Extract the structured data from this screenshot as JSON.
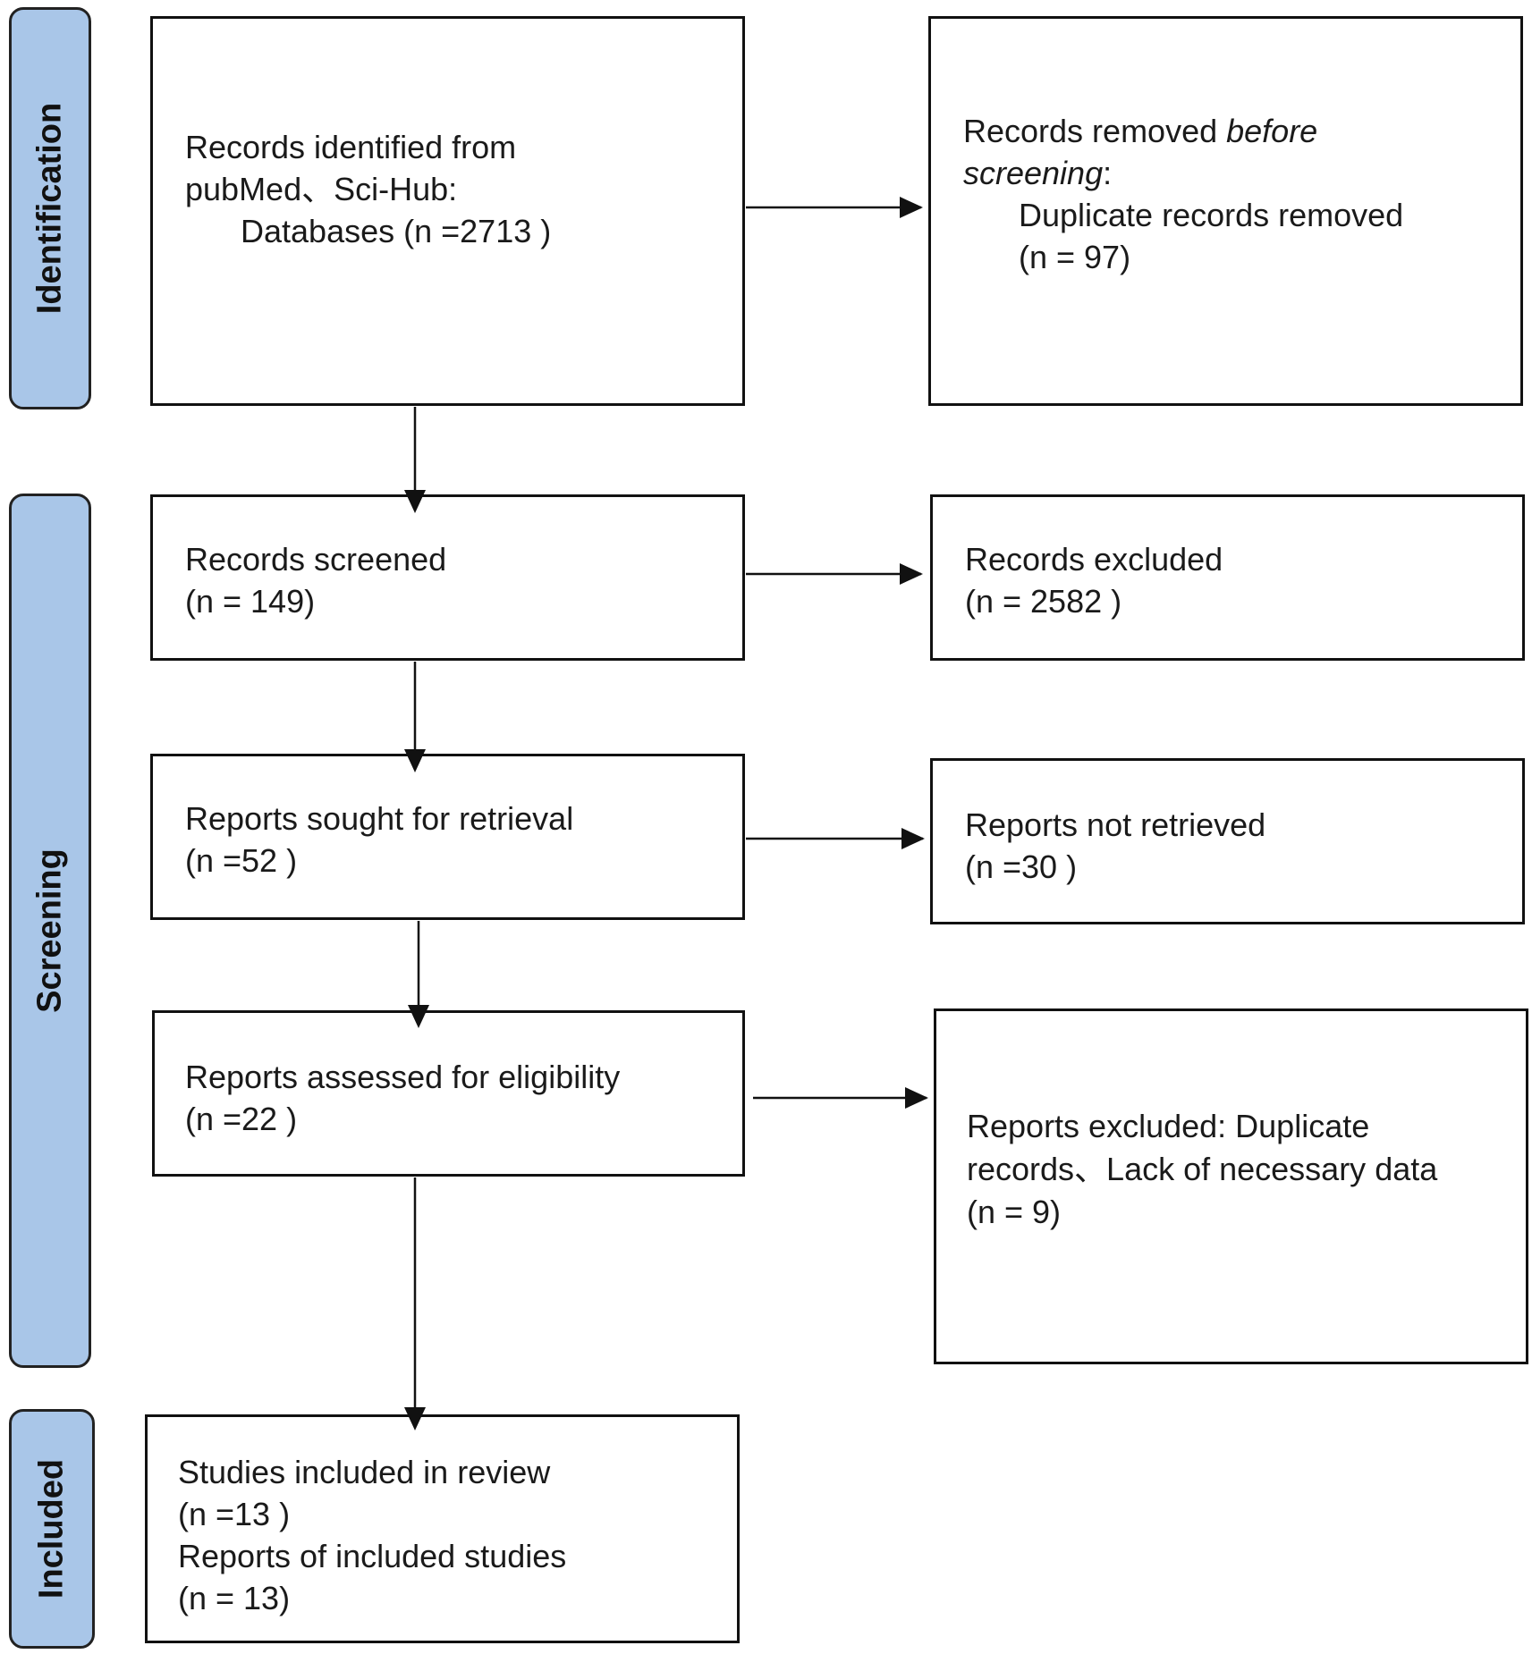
{
  "phases": {
    "identification": "Identification",
    "screening": "Screening",
    "included": "Included"
  },
  "identified": {
    "line1": "Records identified from",
    "line2": "pubMed、Sci-Hub:",
    "line3": "Databases (n =2713 )"
  },
  "removed": {
    "line1a": "Records removed ",
    "line1b": "before",
    "line2a": "screening",
    "line2b": ":",
    "line3": "Duplicate records removed",
    "line4": "(n = 97)"
  },
  "screened": {
    "line1": "Records screened",
    "line2": "(n = 149)"
  },
  "excluded": {
    "line1": "Records excluded",
    "line2": "(n = 2582 )"
  },
  "sought": {
    "line1": "Reports sought for retrieval",
    "line2": "(n =52 )"
  },
  "not_retrieved": {
    "line1": "Reports not retrieved",
    "line2": "(n =30 )"
  },
  "assessed": {
    "line1": "Reports assessed for eligibility",
    "line2": "(n =22 )"
  },
  "reports_excluded": {
    "line1": "Reports excluded: Duplicate",
    "line2": "records、Lack of necessary data",
    "line3": " (n = 9)"
  },
  "included": {
    "line1": "Studies included in review",
    "line2": "(n =13 )",
    "line3": "Reports of included studies",
    "line4": "(n = 13)"
  }
}
